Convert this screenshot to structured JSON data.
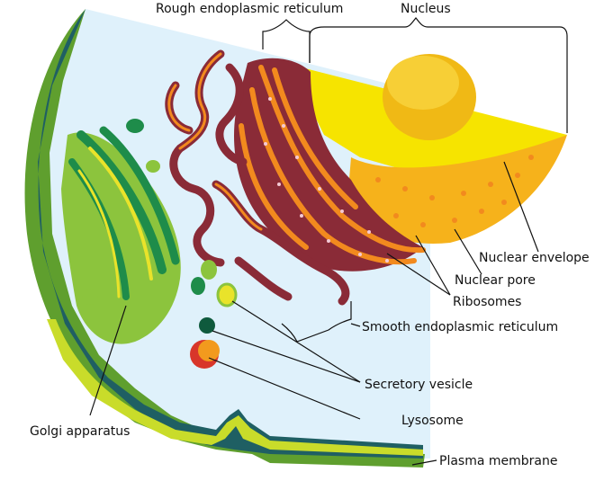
{
  "labels": {
    "rough_er": "Rough endoplasmic reticulum",
    "nucleus": "Nucleus",
    "nuclear_envelope": "Nuclear envelope",
    "nuclear_pore": "Nuclear pore",
    "ribosomes": "Ribosomes",
    "smooth_er": "Smooth endoplasmic reticulum",
    "secretory_vesicle": "Secretory vesicle",
    "lysosome": "Lysosome",
    "golgi": "Golgi apparatus",
    "plasma_membrane": "Plasma membrane"
  },
  "colors": {
    "cytoplasm": "#dff1fb",
    "cell_wall_dark": "#1f5f63",
    "plasma_membrane": "#c9dc2a",
    "outer_green": "#5f9f2e",
    "nucleus_yellow": "#f6e400",
    "nucleus_cut": "#f6b21b",
    "nucleolus": "#f0b915",
    "rough_er": "#8a2b37",
    "er_orange": "#f28a1e",
    "golgi_light": "#8cc43d",
    "golgi_dark": "#1e8c4a",
    "golgi_yellow": "#e9e32a",
    "lysosome_red": "#d8362a",
    "lysosome_orange": "#f29a1e",
    "vesicle_dark": "#0f5a3d",
    "line": "#111111"
  }
}
